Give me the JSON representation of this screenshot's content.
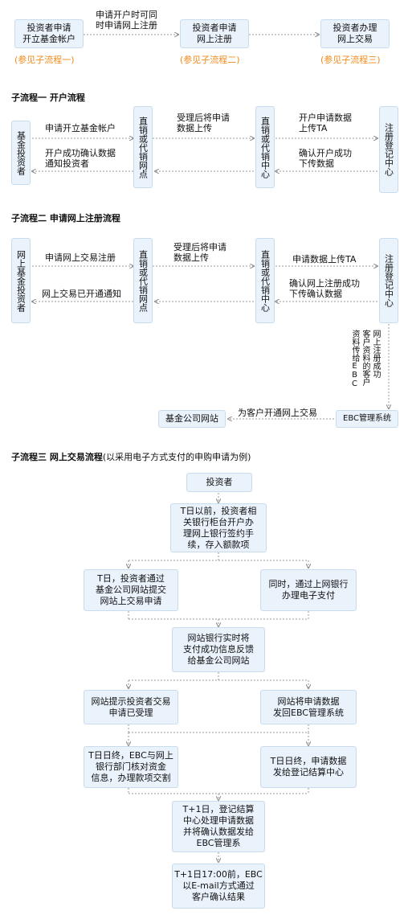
{
  "overview": {
    "box1": "投资者申请\n开立基金帐户",
    "box2": "投资者申请\n网上注册",
    "box3": "投资者办理\n网上交易",
    "edge1": "申请开户时可同\n时申请网上注册",
    "note1": "(参见子流程一)",
    "note2": "(参见子流程二)",
    "note3": "(参见子流程三)"
  },
  "flow1": {
    "title": "子流程一  开户流程",
    "investor": "基金投资者",
    "agent": "直销或代销网点",
    "center": "直销或代销中心",
    "registry": "注册登记中心",
    "a1": "申请开立基金帐户",
    "a2": "受理后将申请\n数据上传",
    "a3": "开户申请数据\n上传TA",
    "b1": "开户成功确认数据\n通知投资者",
    "b2": "确认开户成功\n下传数据"
  },
  "flow2": {
    "title": "子流程二  申请网上注册流程",
    "investor": "网上基金投资者",
    "agent": "直销或代销网点",
    "center": "直销或代销中心",
    "registry": "注册登记中心",
    "a1": "申请网上交易注册",
    "a2": "受理后将申请\n数据上传",
    "a3": "申请数据上传TA",
    "b1": "网上交易已开通通知",
    "b2": "确认网上注册成功\n下传确认数据",
    "vnote1": "网上注册成功",
    "vnote2": "客户资料的客户",
    "vnote3": "资料传给EBC",
    "site": "基金公司网站",
    "ebc": "EBC管理系统",
    "c1": "为客户开通网上交易"
  },
  "flow3": {
    "title": "子流程三  网上交易流程",
    "title_note": "(以采用电子方式支付的申购申请为例)",
    "s1": "投资者",
    "s2": "T日以前，投资者相\n关银行柜台开户办\n理网上银行签约手\n续，存入额款项",
    "s3a": "T日，投资者通过\n基金公司网站提交\n网站上交易申请",
    "s3b": "同时，通过上网银行\n办理电子支付",
    "s4": "网站银行实时将\n支付成功信息反馈\n给基金公司网站",
    "s5a": "网站提示投资者交易\n申请已受理",
    "s5b": "网站将申请数据\n发回EBC管理系统",
    "s6a": "T日日终，EBC与网上\n银行部门核对资金\n信息，办理款项交割",
    "s6b": "T日日终，申请数据\n发给登记结算中心",
    "s7": "T+1日，登记结算\n中心处理申请数据\n并将确认数据发给\nEBC管理系",
    "s8": "T+1日17:00前，EBC\n以E-mail方式通过\n客户确认结果"
  },
  "colors": {
    "box_fill": "#eaf3fc",
    "box_border": "#c8dcef",
    "note": "#f08a1a",
    "line": "#999999"
  }
}
